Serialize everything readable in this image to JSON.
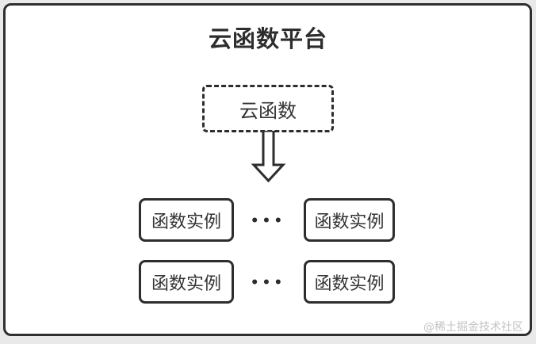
{
  "diagram": {
    "title": "云函数平台",
    "cloud_function": {
      "label": "云函数"
    },
    "instance_rows": [
      {
        "left_label": "函数实例",
        "dots": "•••",
        "right_label": "函数实例"
      },
      {
        "left_label": "函数实例",
        "dots": "•••",
        "right_label": "函数实例"
      }
    ],
    "watermark": "@稀土掘金技术社区",
    "colors": {
      "border": "#2f2f2f",
      "text": "#333333",
      "card_background": "#ffffff",
      "page_background": "#e9e9e9",
      "watermark_color": "#c3c3c3"
    }
  }
}
